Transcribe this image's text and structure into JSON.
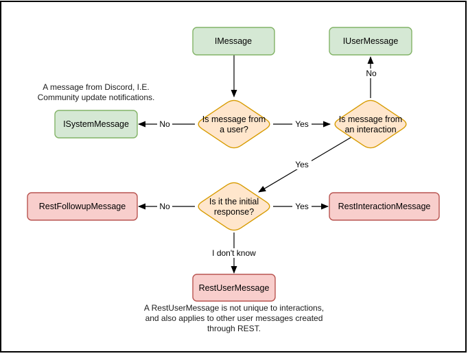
{
  "diagram": {
    "type": "flowchart",
    "nodes": {
      "imessage": "IMessage",
      "iusermessage": "IUserMessage",
      "isystemmessage": "ISystemMessage",
      "question_user": [
        "Is message from",
        "a user?"
      ],
      "question_interaction": [
        "Is message from",
        "an interaction"
      ],
      "question_initial": [
        "Is it the initial",
        "response?"
      ],
      "restfollowupmessage": "RestFollowupMessage",
      "restinteractionmessage": "RestInteractionMessage",
      "restusermessage": "RestUserMessage"
    },
    "edge_labels": {
      "user_no": "No",
      "user_yes": "Yes",
      "interaction_no": "No",
      "interaction_yes": "Yes",
      "initial_no": "No",
      "initial_yes": "Yes",
      "initial_unknown": "I don't know"
    },
    "annotations": {
      "system_note": [
        "A message from Discord, I.E.",
        "Community update notifications."
      ],
      "rest_note": [
        "A RestUserMessage is not unique to interactions,",
        "and also applies to other user messages created",
        "through REST."
      ]
    },
    "colors": {
      "interface_fill": "#d5e8d4",
      "interface_stroke": "#82b366",
      "decision_fill": "#ffe6cc",
      "decision_stroke": "#d79b00",
      "rest_fill": "#f8cecc",
      "rest_stroke": "#b85450",
      "edge_color": "#000000",
      "text_color": "#000000",
      "frame_border": "#000000"
    }
  }
}
